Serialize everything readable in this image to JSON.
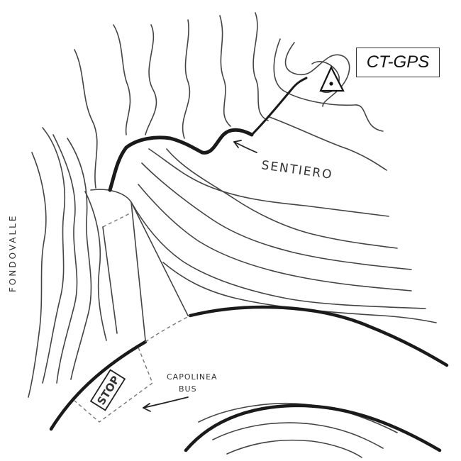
{
  "map": {
    "gps_label": "CT-GPS",
    "trail_label": "SENTIERO",
    "valley_label": "FONDOVALLE",
    "terminus_label_line1": "CAPOLINEA",
    "terminus_label_line2": "BUS",
    "bus_stop_sign": "STOP",
    "icons": {
      "gps": "triangle-dot-icon",
      "trail_arrow": "arrow-icon",
      "bus_arrow": "arrow-icon"
    }
  }
}
